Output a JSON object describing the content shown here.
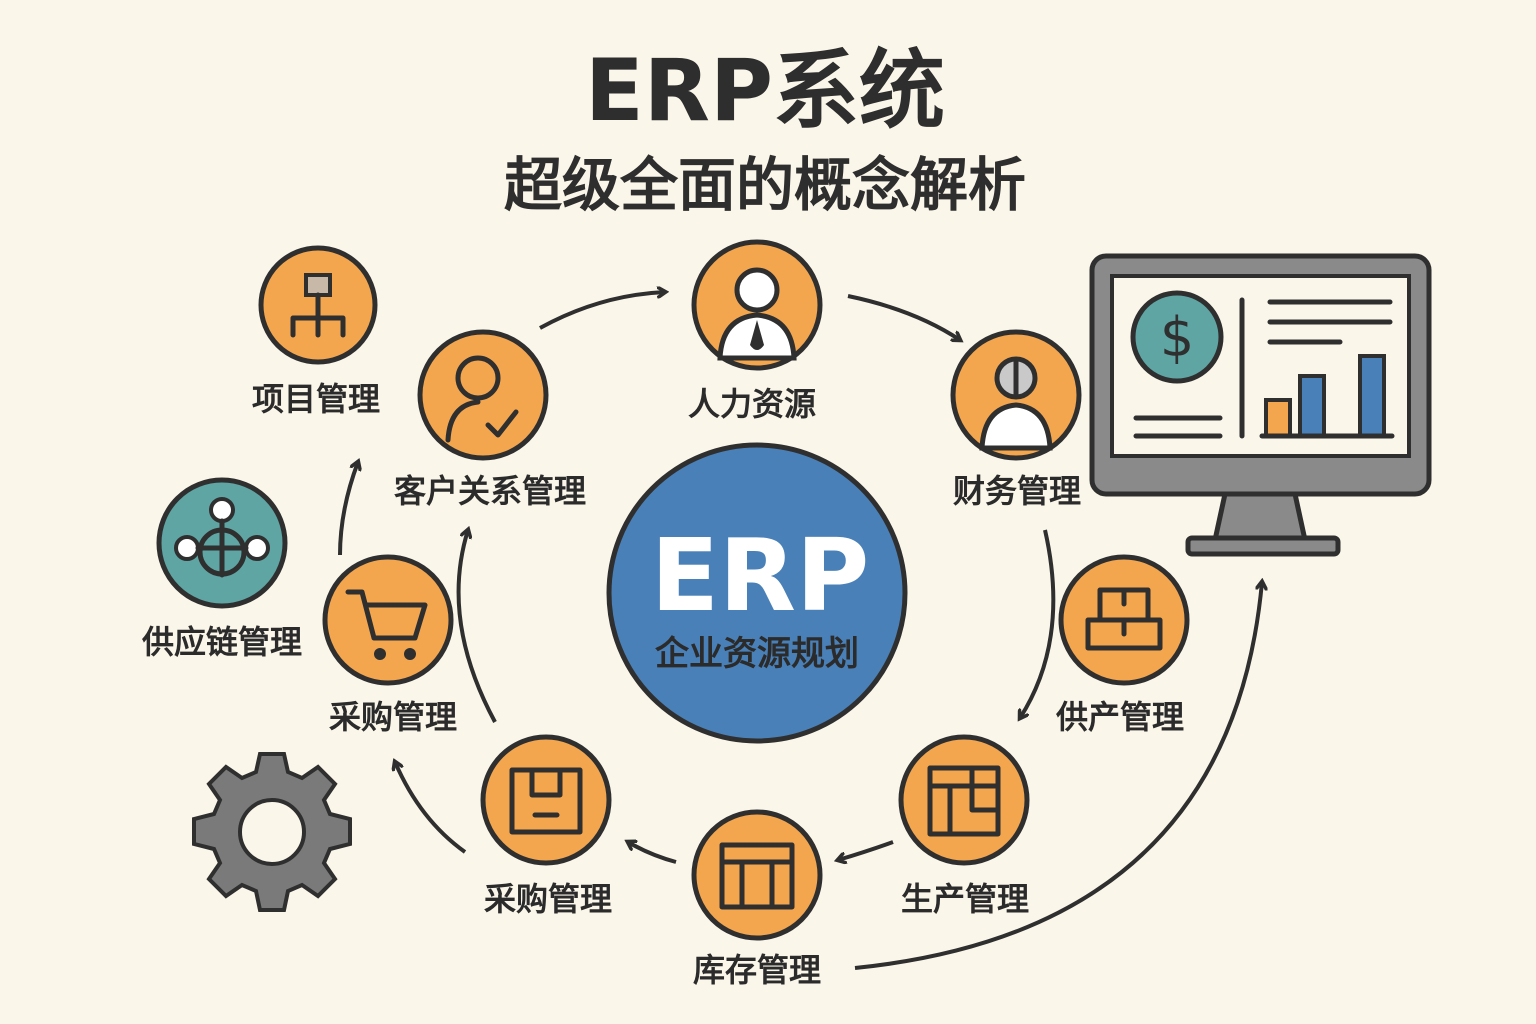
{
  "title": "ERP系统",
  "subtitle": "超级全面的概念解析",
  "center": {
    "label": "ERP",
    "sublabel": "企业资源规划"
  },
  "modules": [
    {
      "label": "项目管理",
      "icon": "org-chart-icon"
    },
    {
      "label": "客户关系管理",
      "icon": "user-check-icon"
    },
    {
      "label": "人力资源",
      "icon": "person-tie-icon"
    },
    {
      "label": "财务管理",
      "icon": "person-coin-icon"
    },
    {
      "label": "供应链管理",
      "icon": "network-icon"
    },
    {
      "label": "采购管理",
      "icon": "shopping-cart-icon"
    },
    {
      "label": "供产管理",
      "icon": "boxes-icon"
    },
    {
      "label": "采购管理",
      "icon": "box-icon"
    },
    {
      "label": "生产管理",
      "icon": "warehouse-icon"
    },
    {
      "label": "库存管理",
      "icon": "shelf-icon"
    }
  ],
  "colors": {
    "background": "#faf6ea",
    "orange": "#f3a64e",
    "blue": "#4a80b8",
    "teal": "#5ea5a4",
    "outline": "#2f2f2f"
  }
}
